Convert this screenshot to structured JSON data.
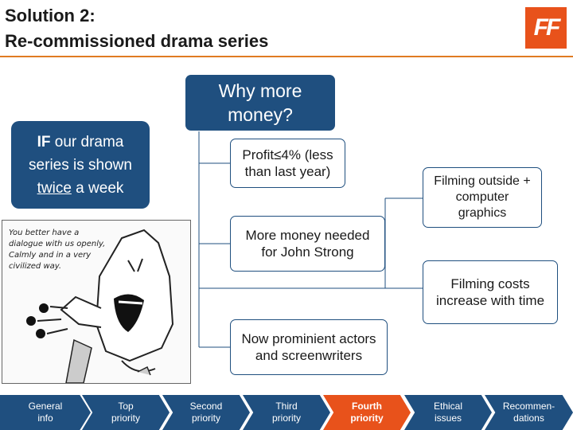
{
  "slide": {
    "title_line1": "Solution 2:",
    "title_line2": "Re-commissioned drama series",
    "logo_text": "FF",
    "accent_color": "#e8521b",
    "box_color": "#1f4f7f"
  },
  "left_box": {
    "bold": "IF",
    "text1": " our drama",
    "text2": "series is shown",
    "underline": "twice",
    "text3": " a week"
  },
  "root": {
    "line1": "Why more",
    "line2": "money?"
  },
  "branches": [
    {
      "line1": "Profit≤4% (less",
      "line2": "than last year)"
    },
    {
      "line1": "More money needed",
      "line2": "for John Strong"
    },
    {
      "line1": "Now prominient actors",
      "line2": "and screenwriters"
    }
  ],
  "sub_branches": [
    {
      "line1": "Filming outside +",
      "line2": "computer",
      "line3": "graphics"
    },
    {
      "line1": "Filming costs",
      "line2": "increase with time"
    }
  ],
  "cartoon": {
    "caption1": "You better have a",
    "caption2": "dialogue with us openly,",
    "caption3": "Calmly and in a very",
    "caption4": "civilized way."
  },
  "nav": [
    {
      "line1": "General",
      "line2": "info"
    },
    {
      "line1": "Top",
      "line2": "priority"
    },
    {
      "line1": "Second",
      "line2": "priority"
    },
    {
      "line1": "Third",
      "line2": "priority"
    },
    {
      "line1": "Fourth",
      "line2": "priority",
      "active": true
    },
    {
      "line1": "Ethical",
      "line2": "issues"
    },
    {
      "line1": "Recommen-",
      "line2": "dations"
    }
  ]
}
